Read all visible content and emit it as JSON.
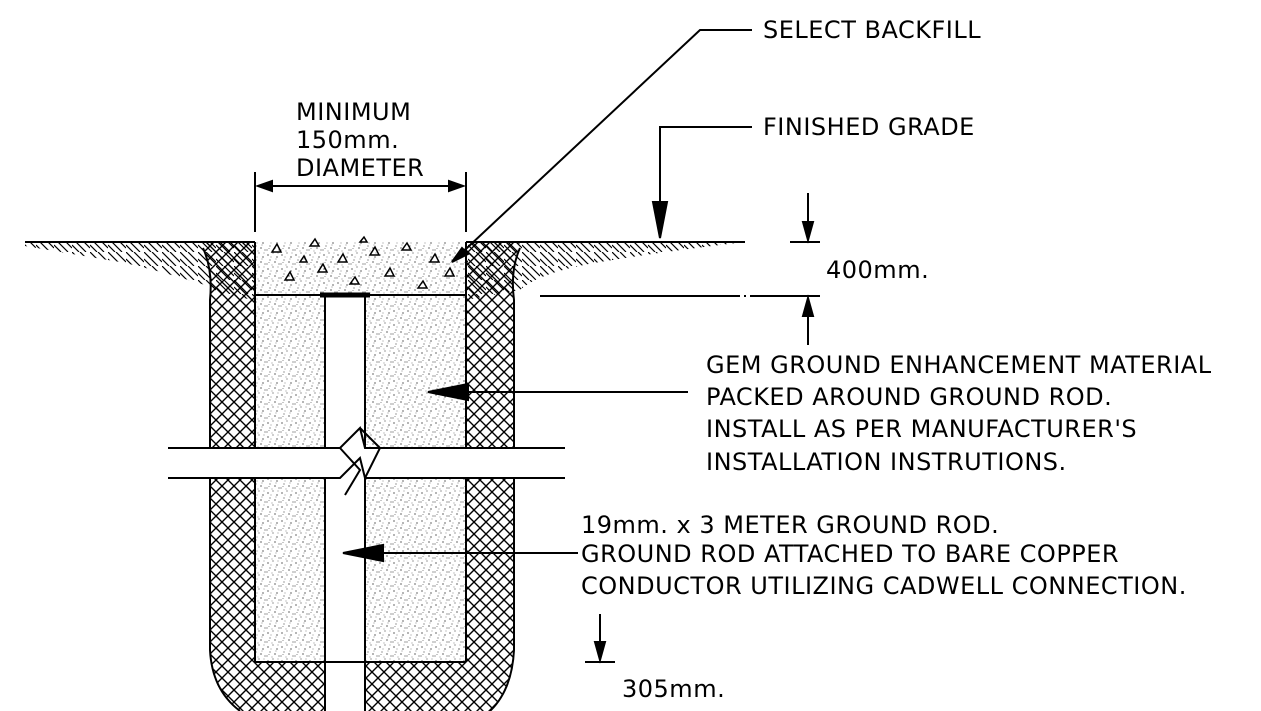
{
  "labels": {
    "select_backfill": "SELECT BACKFILL",
    "min_line1": "MINIMUM",
    "min_line2": "150mm.",
    "min_line3": "DIAMETER",
    "finished_grade": "FINISHED GRADE",
    "depth_400": "400mm.",
    "gem_line1": "GEM GROUND ENHANCEMENT MATERIAL",
    "gem_line2": "PACKED AROUND GROUND ROD.",
    "gem_line3": "INSTALL AS PER MANUFACTURER'S",
    "gem_line4": "INSTALLATION INSTRUTIONS.",
    "rod_line1": "19mm. x 3 METER GROUND ROD.",
    "rod_line2": "GROUND ROD ATTACHED TO BARE COPPER",
    "rod_line3": "CONDUCTOR UTILIZING CADWELL CONNECTION.",
    "depth_305": "305mm."
  },
  "colors": {
    "line": "#000000",
    "background": "#ffffff"
  }
}
